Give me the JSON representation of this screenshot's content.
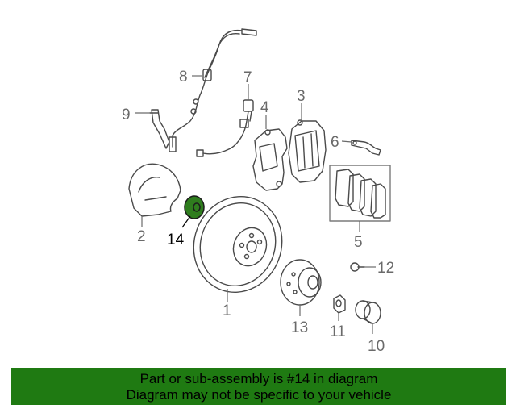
{
  "diagram": {
    "labels": {
      "p1": "1",
      "p2": "2",
      "p3": "3",
      "p4": "4",
      "p5": "5",
      "p6": "6",
      "p7": "7",
      "p8": "8",
      "p9": "9",
      "p10": "10",
      "p11": "11",
      "p12": "12",
      "p13": "13",
      "p14": "14"
    },
    "highlight_color": "#2f7d1e"
  },
  "banner": {
    "line1": "Part or sub-assembly is #14 in diagram",
    "line2": "Diagram may not be specific to your vehicle",
    "background": "#1f7a12"
  }
}
